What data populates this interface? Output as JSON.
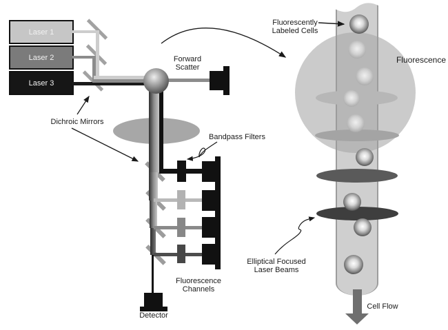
{
  "lasers": [
    {
      "label": "Laser 1",
      "fill": "#c6c6c6",
      "beam_color": "#cdcdcd"
    },
    {
      "label": "Laser 2",
      "fill": "#7b7b7b",
      "beam_color": "#8c8c8c"
    },
    {
      "label": "Laser 3",
      "fill": "#161616",
      "beam_color": "#1a1a1a"
    }
  ],
  "left_diagram": {
    "dichroic_mirrors_label": "Dichroic Mirrors",
    "forward_scatter_line1": "Forward",
    "forward_scatter_line2": "Scatter",
    "bandpass_filters_label": "Bandpass Filters",
    "fluorescence_channels_line1": "Fluorescence",
    "fluorescence_channels_line2": "Channels",
    "detector_label": "Detector",
    "mirror_color": "#a2a2a2",
    "lens_color": "#a7a7a7",
    "channels": [
      {
        "beam_color": "#121212",
        "filter_color": "#121212"
      },
      {
        "beam_color": "#b9b9b9",
        "filter_color": "#b2b2b2"
      },
      {
        "beam_color": "#8a8a8a",
        "filter_color": "#878787"
      },
      {
        "beam_color": "#4d4d4d",
        "filter_color": "#474747"
      }
    ]
  },
  "right_diagram": {
    "fluorescently_labeled_cells_line1": "Fluorescently",
    "fluorescently_labeled_cells_line2": "Labeled Cells",
    "fluorescence_label": "Fluorescence",
    "elliptical_focused_line1": "Elliptical Focused",
    "elliptical_focused_line2": "Laser Beams",
    "cell_flow_label": "Cell Flow",
    "glow_color": "#cbcbcb",
    "tube_color": "#c2c2c2",
    "flow_arrow_color": "#6f6f6f",
    "beam_ellipses": [
      {
        "color": "#b7b7b7"
      },
      {
        "color": "#a4a4a4"
      },
      {
        "color": "#5a5a5a"
      },
      {
        "color": "#3e3e3e"
      }
    ]
  }
}
